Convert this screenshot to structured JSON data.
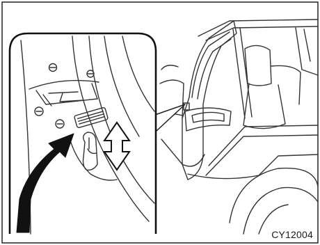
{
  "figure": {
    "code": "CY12004",
    "icons": [
      "door-lock-detail-inset",
      "open-door-vehicle",
      "pointing-arrow-icon",
      "up-down-arrow-icon"
    ]
  }
}
